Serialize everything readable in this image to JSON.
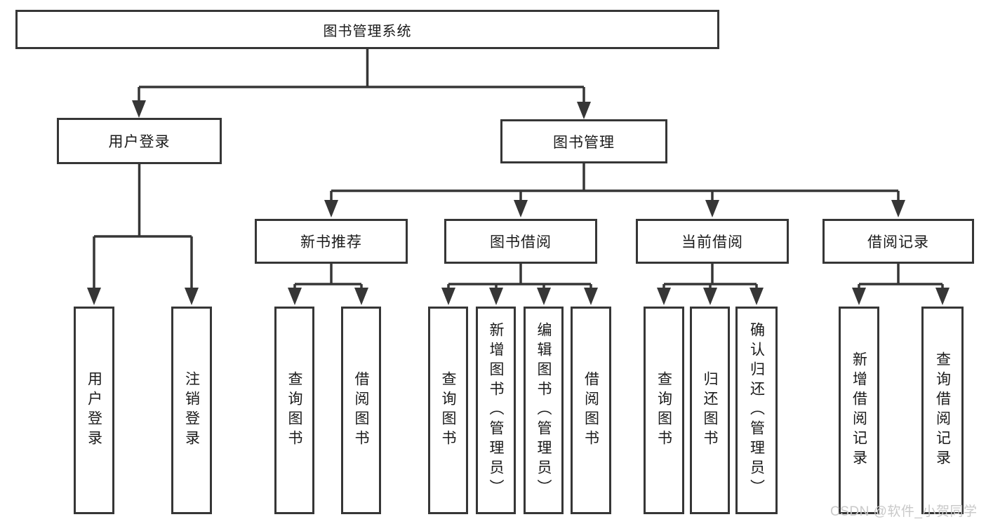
{
  "diagram_type": "hierarchy-tree",
  "colors": {
    "line": "#363636",
    "box_border": "#363636",
    "box_fill": "#ffffff",
    "text": "#1b1b1b",
    "watermark": "#c9c9c9",
    "background": "#ffffff"
  },
  "tree": {
    "label": "图书管理系统",
    "children": [
      {
        "label": "用户登录",
        "children": [
          {
            "label": "用户登录"
          },
          {
            "label": "注销登录"
          }
        ]
      },
      {
        "label": "图书管理",
        "children": [
          {
            "label": "新书推荐",
            "children": [
              {
                "label": "查询图书"
              },
              {
                "label": "借阅图书"
              }
            ]
          },
          {
            "label": "图书借阅",
            "children": [
              {
                "label": "查询图书"
              },
              {
                "label": "新增图书（管理员）"
              },
              {
                "label": "编辑图书（管理员）"
              },
              {
                "label": "借阅图书"
              }
            ]
          },
          {
            "label": "当前借阅",
            "children": [
              {
                "label": "查询图书"
              },
              {
                "label": "归还图书"
              },
              {
                "label": "确认归还（管理员）"
              }
            ]
          },
          {
            "label": "借阅记录",
            "children": [
              {
                "label": "新增借阅记录"
              },
              {
                "label": "查询借阅记录"
              }
            ]
          }
        ]
      }
    ]
  },
  "watermark": "CSDN @软件_小贺同学"
}
